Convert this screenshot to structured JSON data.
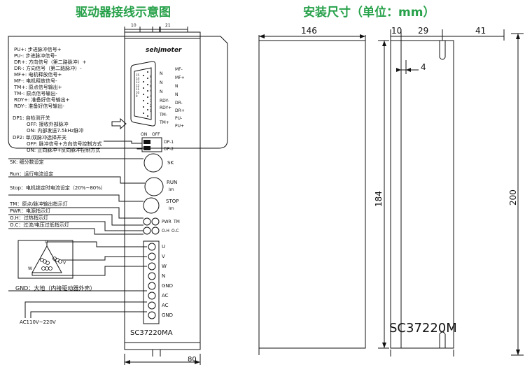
{
  "titles": {
    "wiring": "驱动器接线示意图",
    "install": "安装尺寸（单位：mm）"
  },
  "brand_logo": "sehjmoter",
  "legend_lines": [
    "PU+: 步进脉冲信号+",
    "PU-: 步进脉冲信号-",
    "DR+: 方向信号（第二路脉冲）+",
    "DR-: 方向信号（第二路脉冲）-",
    "MF+: 电机释放信号+",
    "MF-: 电机释放信号-",
    "TM+: 原点信号输出+",
    "TM-: 原点信号输出-",
    "RDY+: 准备好信号输出+",
    "RDY-: 准备好信号输出-"
  ],
  "dp_lines": [
    "DP1: 自检测开关",
    "OFF: 接收外部脉冲",
    "ON: 内部发送7.5kHz脉冲",
    "DP2: 单/双脉冲选择开关",
    "OFF: 脉冲信号+方向信号控制方式",
    "ON: 正向脉冲+反向脉冲控制方式"
  ],
  "left_labels": {
    "sk": "SK:   细分数设定",
    "run": "Run：运行电流设定",
    "stop": "Stop：电机锁定时电流设定（20%~80%）",
    "tm": "TM：原点/脉冲输出指示灯",
    "pwr": "PWR：电源指示灯",
    "oh": "O.H：过热指示灯",
    "oc": "O.C：过流/电压过低指示灯",
    "gnd": "GND：大地（内接驱动器外壳）",
    "ac": "AC110V~220V"
  },
  "motor": {
    "u": "U",
    "v": "V",
    "w": "W"
  },
  "connector_left": [
    "N",
    "N",
    "N",
    "RDY-",
    "RDY+",
    "TM-",
    "TM+"
  ],
  "connector_right": [
    "MF-",
    "MF+",
    "N",
    "N",
    "DR-",
    "DR+",
    "PU-",
    "PU+"
  ],
  "connector_pins": [
    "15",
    "14",
    "13",
    "12",
    "11",
    "10",
    "9",
    "8",
    "7",
    "6",
    "5",
    "4",
    "3",
    "2",
    "1"
  ],
  "switch": {
    "on": "ON",
    "off": "OFF",
    "dp1": "DP-1",
    "dp2": "DP-2"
  },
  "knobs": {
    "sk": "SK",
    "run": "RUN",
    "run_sub": "Im",
    "stop": "STOP",
    "stop_sub": "Im"
  },
  "leds": {
    "pwr": "PWR",
    "tm": "TM",
    "oh": "O.H",
    "oc": "O.C"
  },
  "terminals": [
    "U",
    "V",
    "W",
    "N",
    "GND",
    "AC",
    "AC",
    "GND"
  ],
  "model_front": "SC37220MA",
  "model_side": "SC37220M",
  "dims": {
    "front_10": "10",
    "front_21": "21",
    "front_80": "80",
    "side_146": "146",
    "side_184": "184",
    "mount_10": "10",
    "mount_29": "29",
    "mount_41": "41",
    "mount_4": "4",
    "mount_200": "200"
  }
}
